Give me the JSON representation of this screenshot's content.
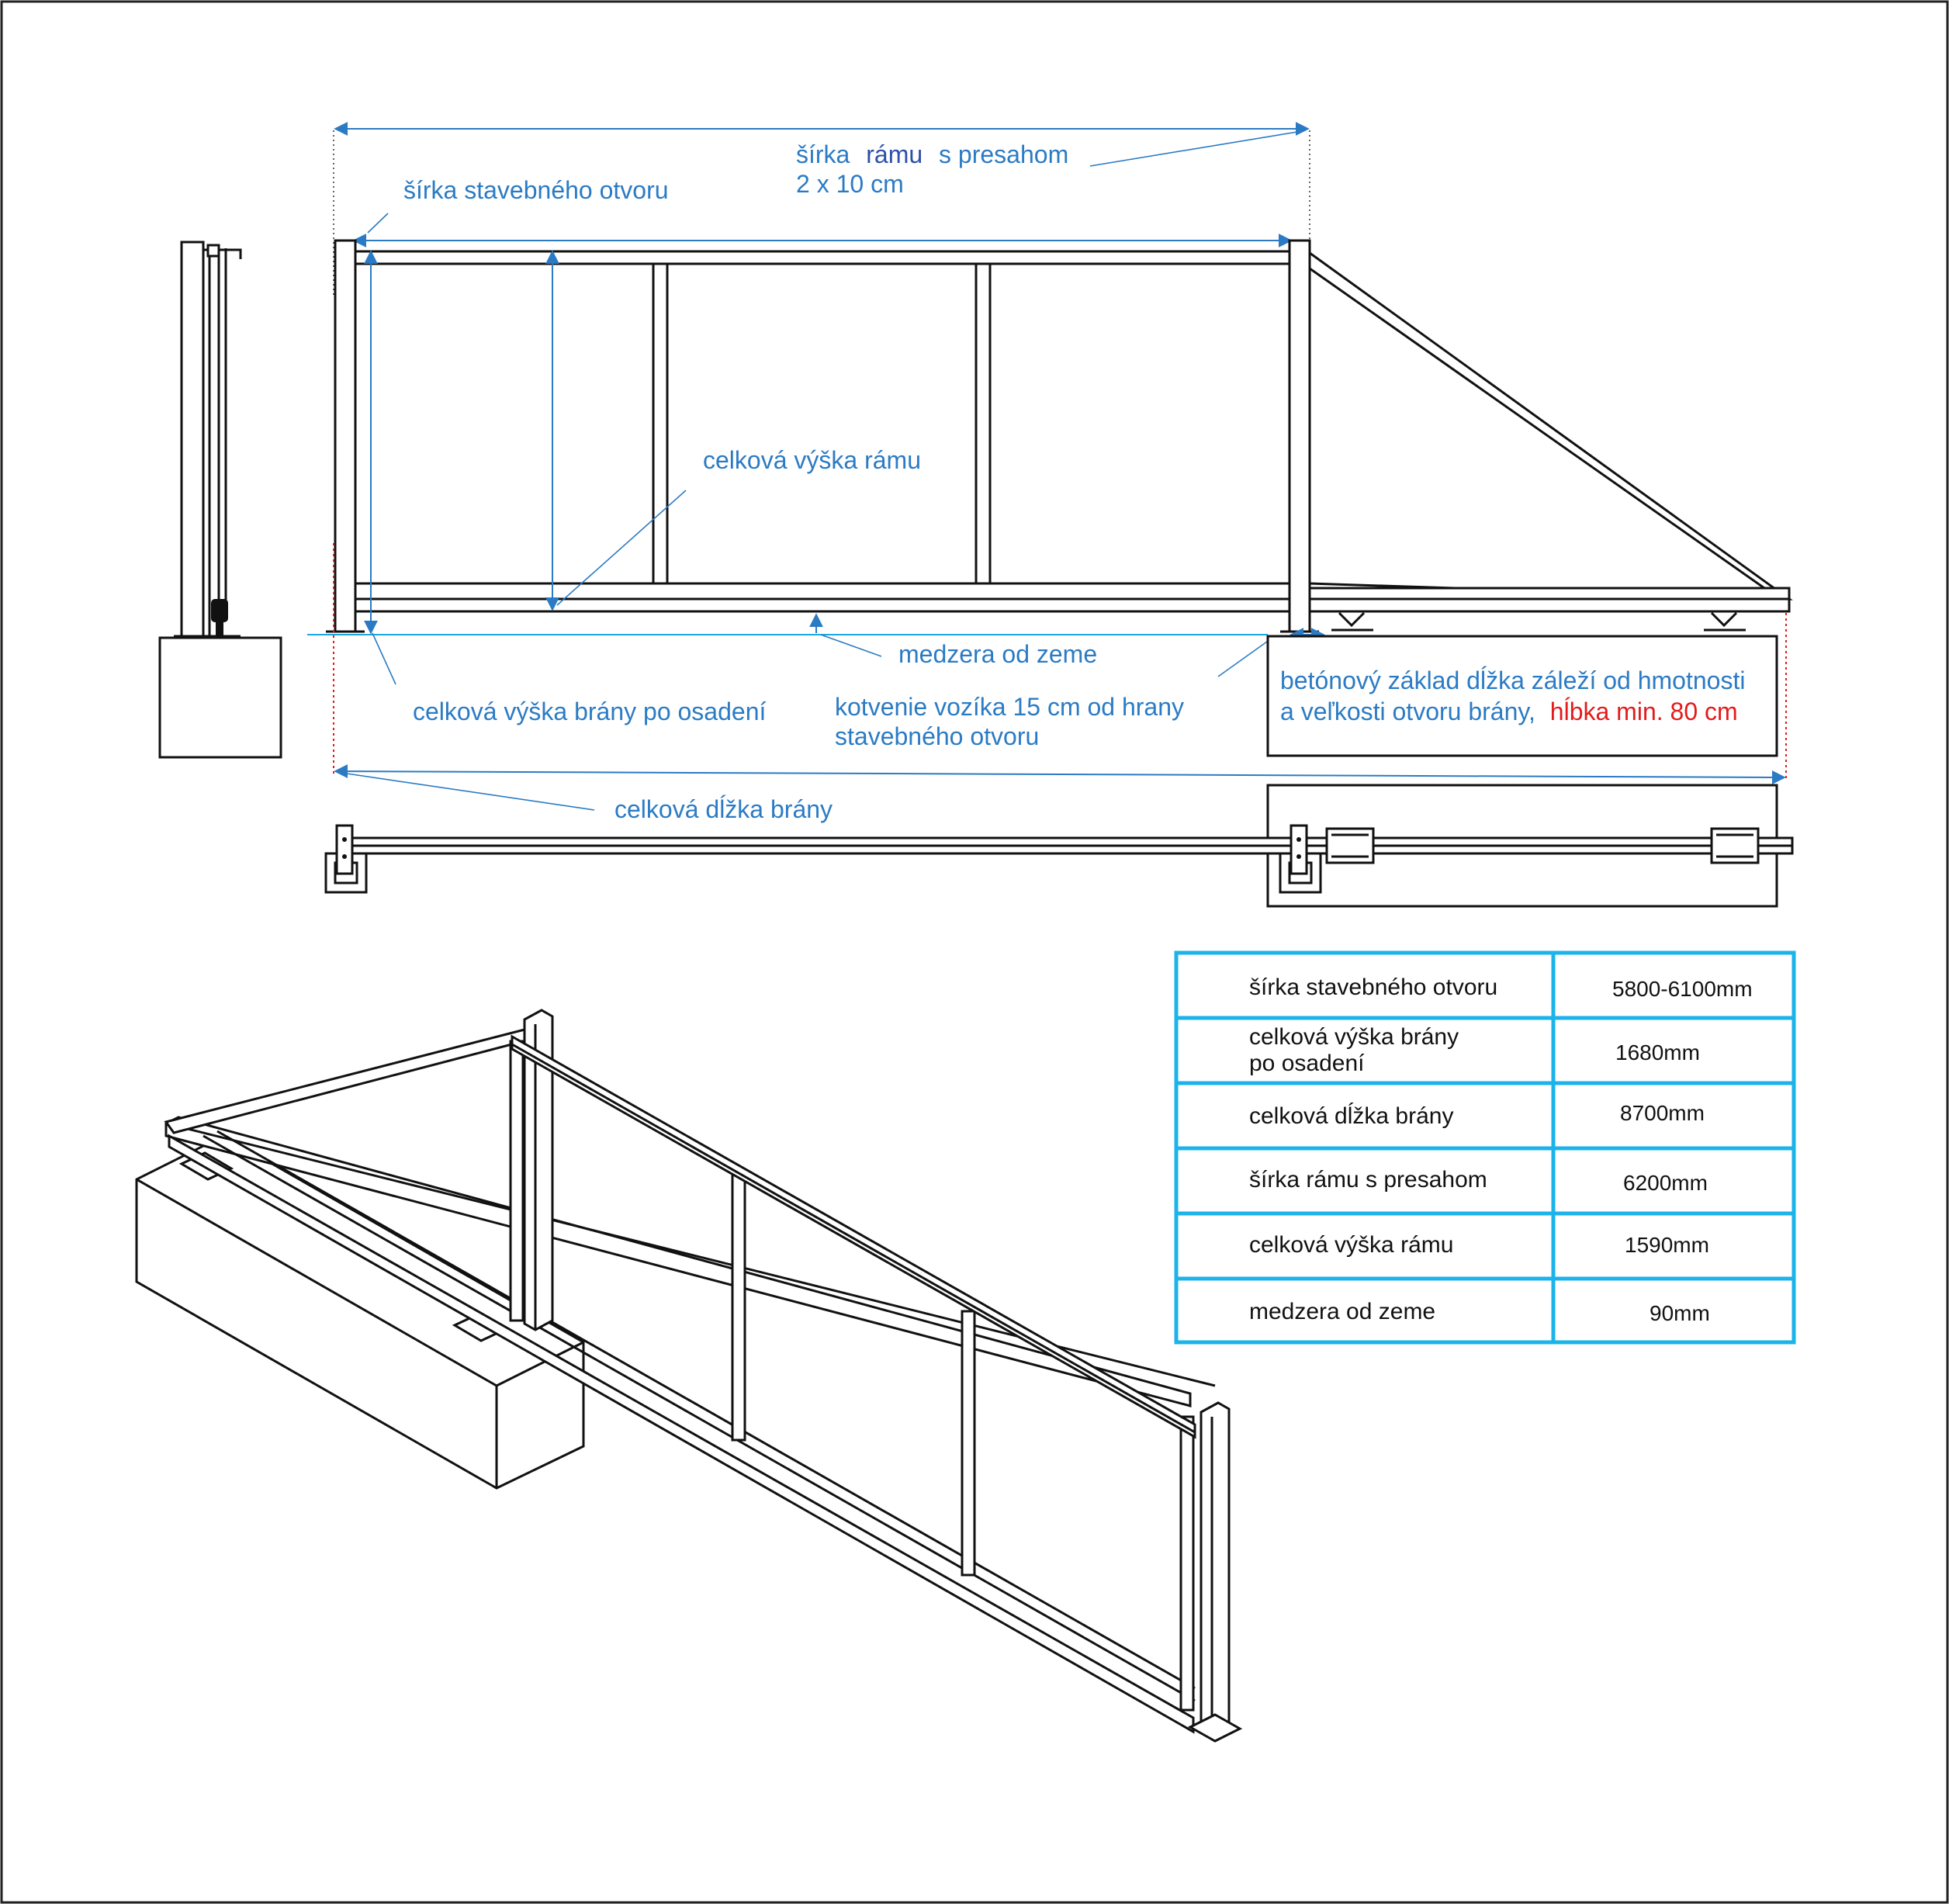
{
  "labels": {
    "frame_width_line1_a": "šírka",
    "frame_width_line1_b": "rámu",
    "frame_width_line1_c": "s presahom",
    "frame_width_line2": "2 x 10 cm",
    "opening_width": "šírka stavebného otvoru",
    "frame_height": "celková výška rámu",
    "ground_gap": "medzera od zeme",
    "gate_height_installed": "celková výška brány po osadení",
    "anchoring_line1": "kotvenie vozíka 15 cm od hrany",
    "anchoring_line2": "stavebného otvoru",
    "foundation_line1": "betónový základ dĺžka záleží od hmotnosti",
    "foundation_line2a": "a veľkosti otvoru brány,",
    "foundation_line2b": "hĺbka min. 80 cm",
    "gate_length": "celková dĺžka brány"
  },
  "table": {
    "rows": [
      {
        "label": [
          "šírka stavebného otvoru"
        ],
        "value": "5800-6100mm"
      },
      {
        "label": [
          "celková výška brány",
          "po osadení"
        ],
        "value": "1680mm"
      },
      {
        "label": [
          "celková dĺžka brány"
        ],
        "value": "8700mm"
      },
      {
        "label": [
          "šírka rámu s presahom"
        ],
        "value": "6200mm"
      },
      {
        "label": [
          "celková výška rámu"
        ],
        "value": "1590mm"
      },
      {
        "label": [
          "medzera od zeme"
        ],
        "value": "90mm"
      }
    ]
  },
  "colors": {
    "dimension": "#2b7bc4",
    "highlight": "#e31b1b",
    "table_border": "#1cb3ea",
    "ink": "#111111"
  }
}
